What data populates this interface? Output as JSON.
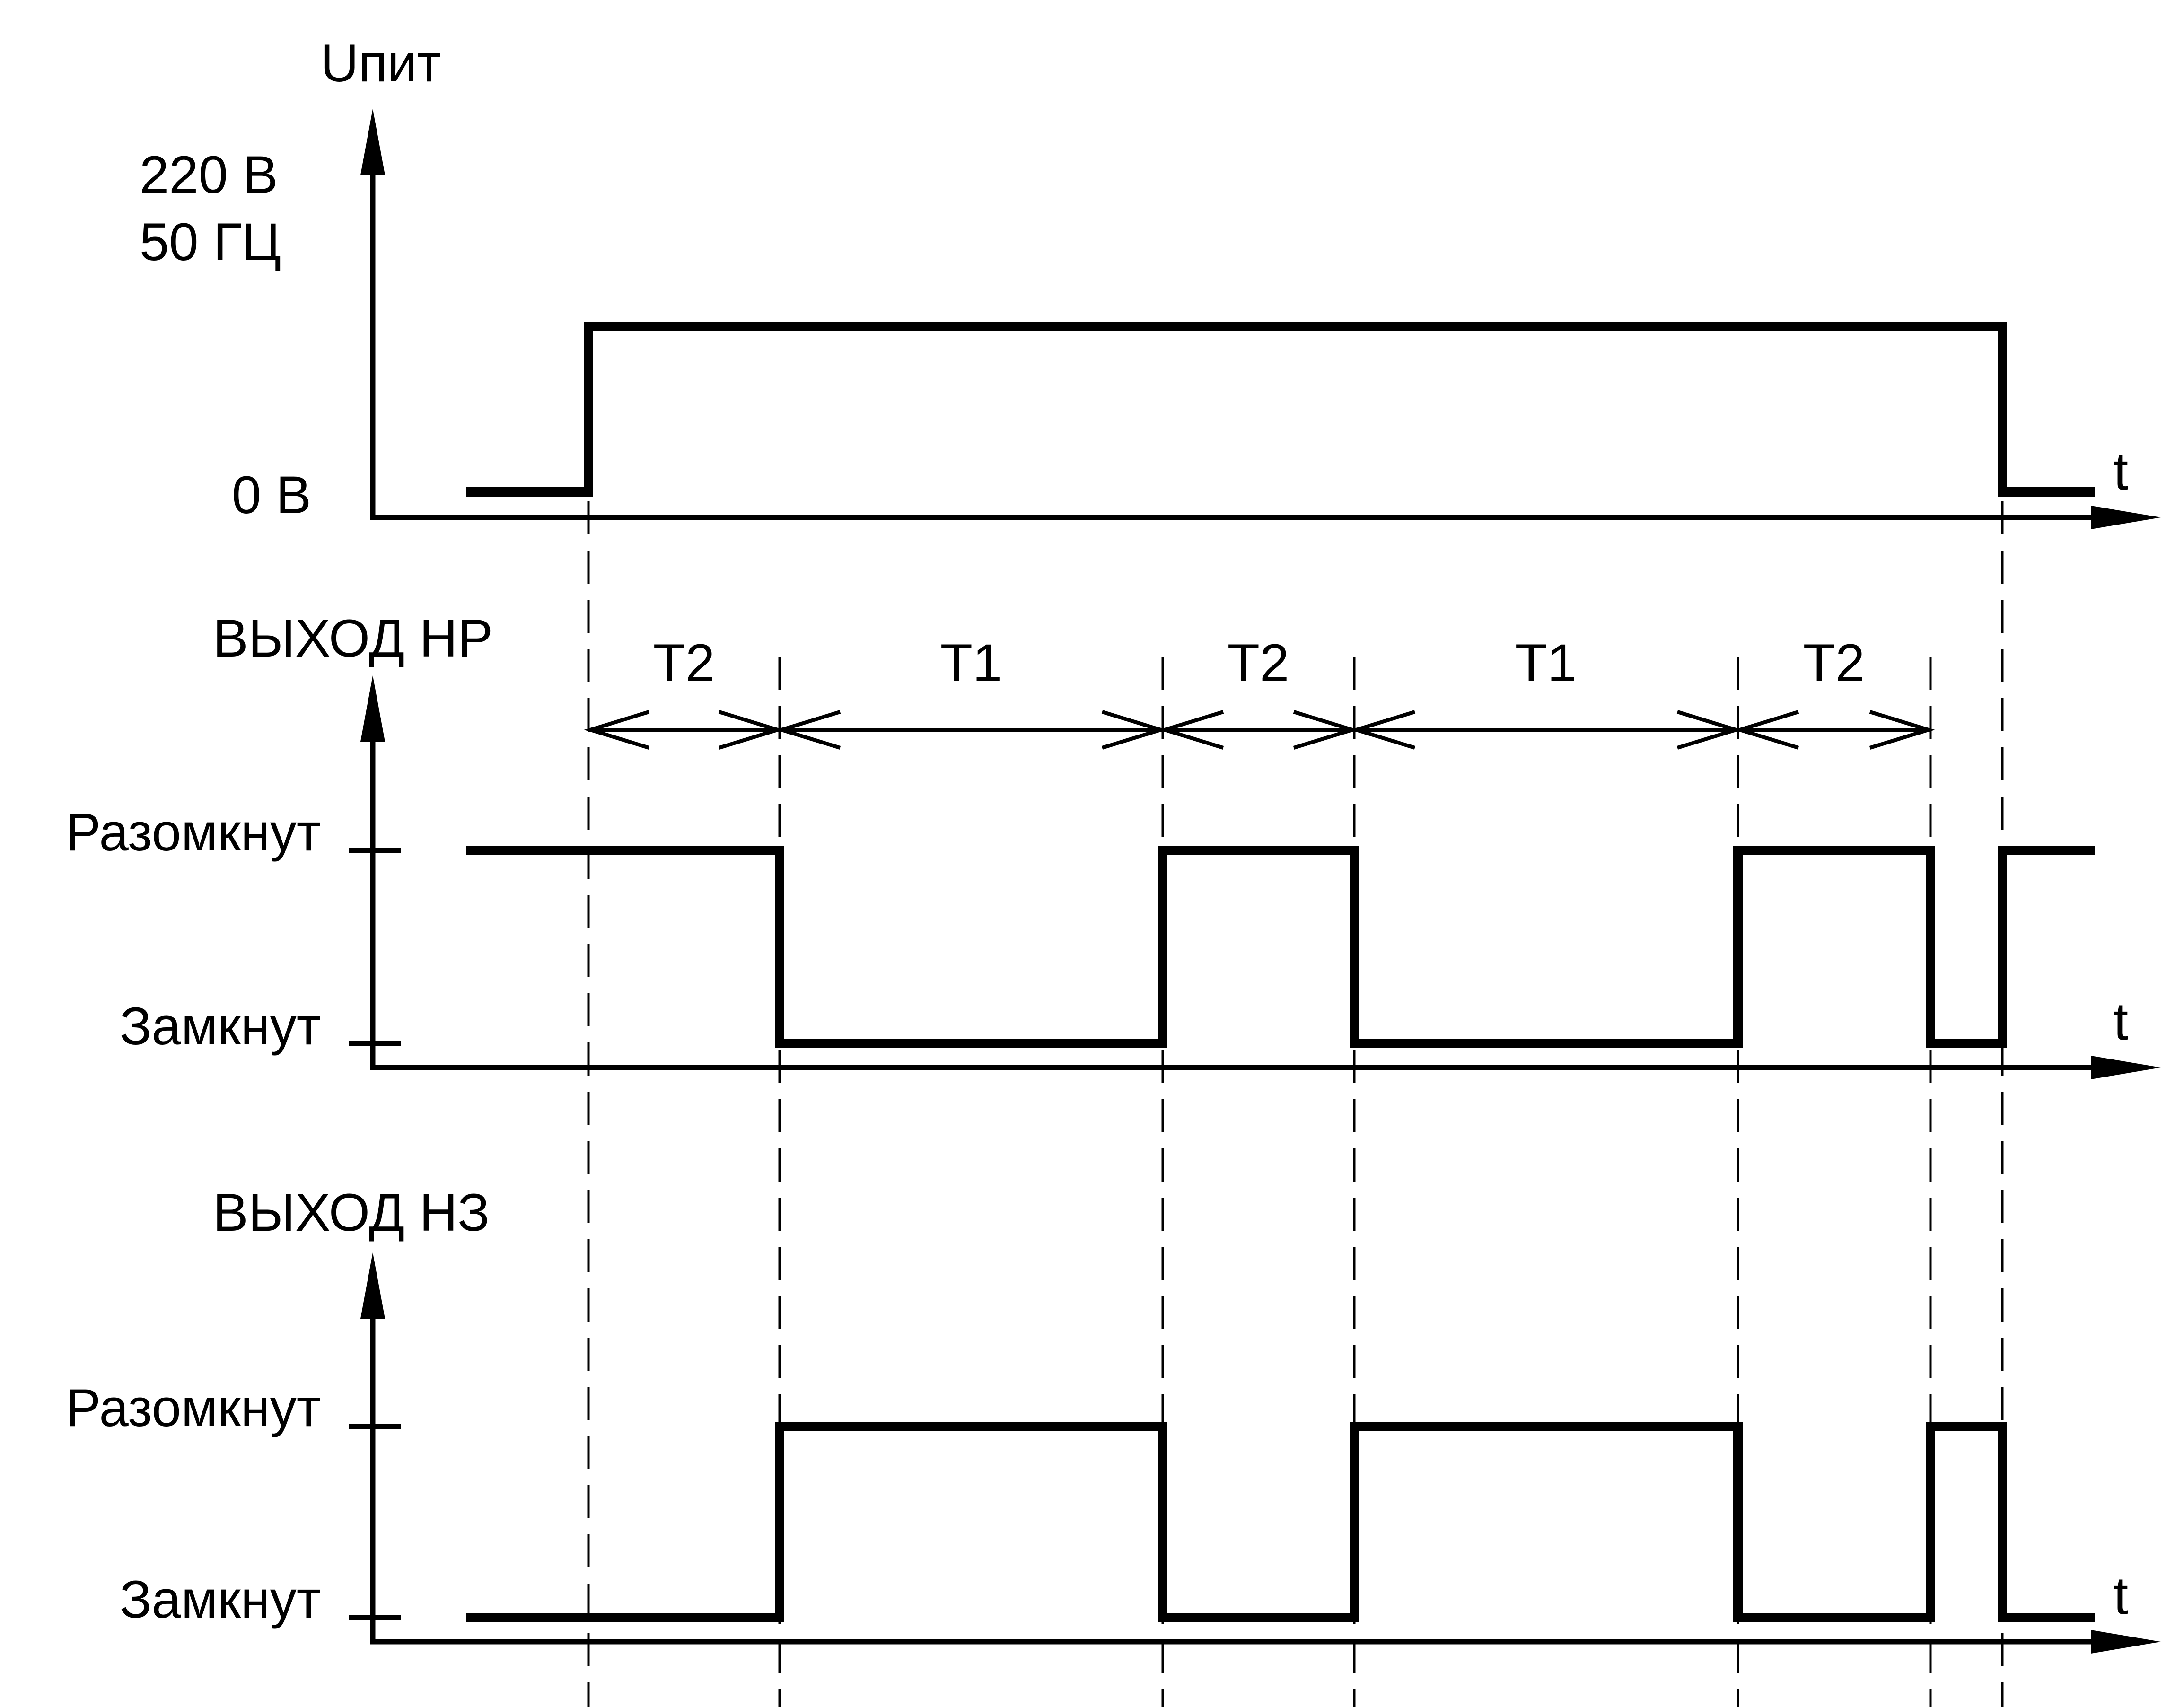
{
  "supply": {
    "axis_label": "Uпит",
    "level_high_line1": "220 В",
    "level_high_line2": "50 ГЦ",
    "level_low": "0 В",
    "time_label": "t"
  },
  "output_no": {
    "title": "ВЫХОД НР",
    "level_open": "Разомкнут",
    "level_closed": "Замкнут",
    "time_label": "t"
  },
  "output_nc": {
    "title": "ВЫХОД НЗ",
    "level_open": "Разомкнут",
    "level_closed": "Замкнут",
    "time_label": "t"
  },
  "intervals": [
    {
      "label": "T2"
    },
    {
      "label": "T1"
    },
    {
      "label": "T2"
    },
    {
      "label": "T1"
    },
    {
      "label": "T2"
    }
  ]
}
